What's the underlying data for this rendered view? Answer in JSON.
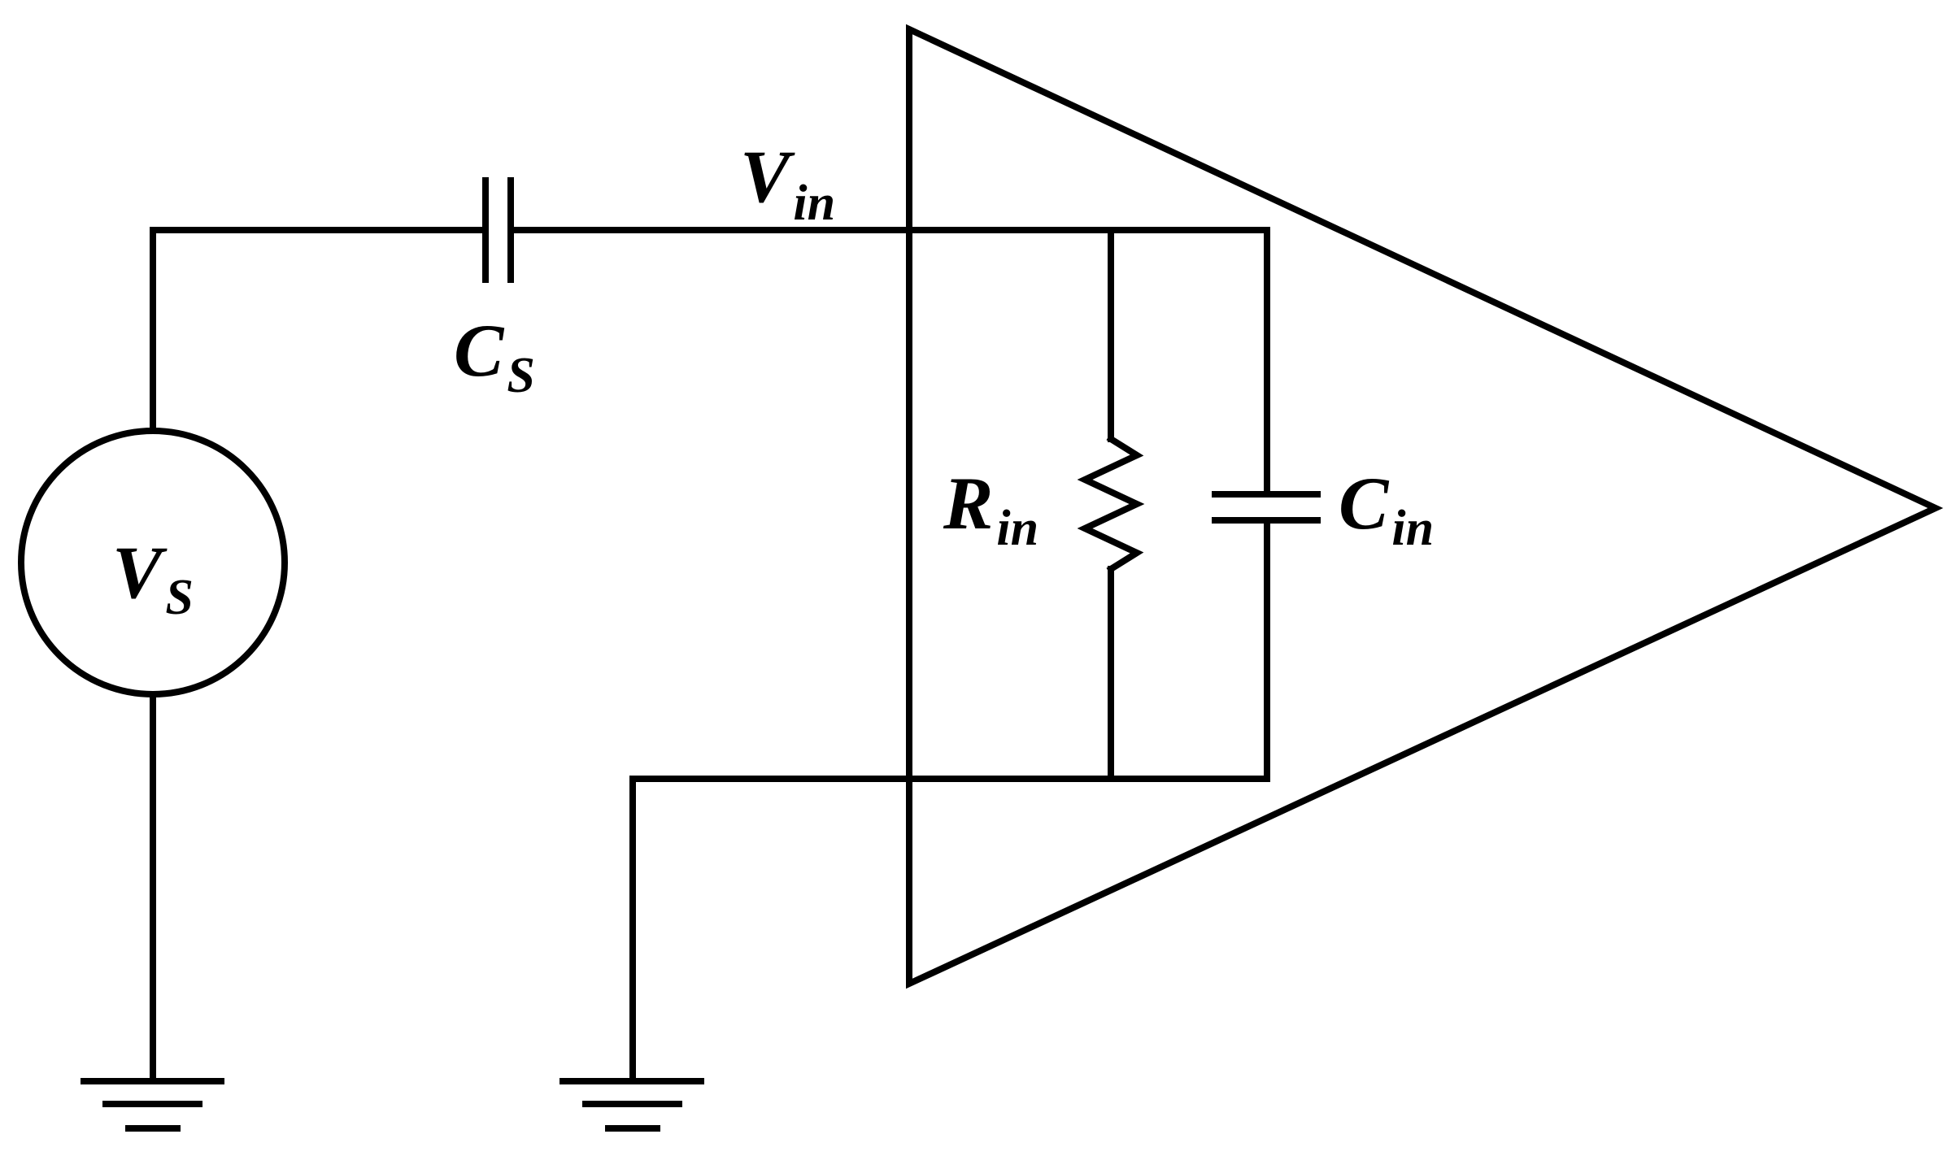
{
  "labels": {
    "source_voltage": {
      "main": "V",
      "sub": "S"
    },
    "source_capacitor": {
      "main": "C",
      "sub": "S"
    },
    "input_voltage": {
      "main": "V",
      "sub": "in"
    },
    "input_resistor": {
      "main": "R",
      "sub": "in"
    },
    "input_capacitor": {
      "main": "C",
      "sub": "in"
    }
  }
}
